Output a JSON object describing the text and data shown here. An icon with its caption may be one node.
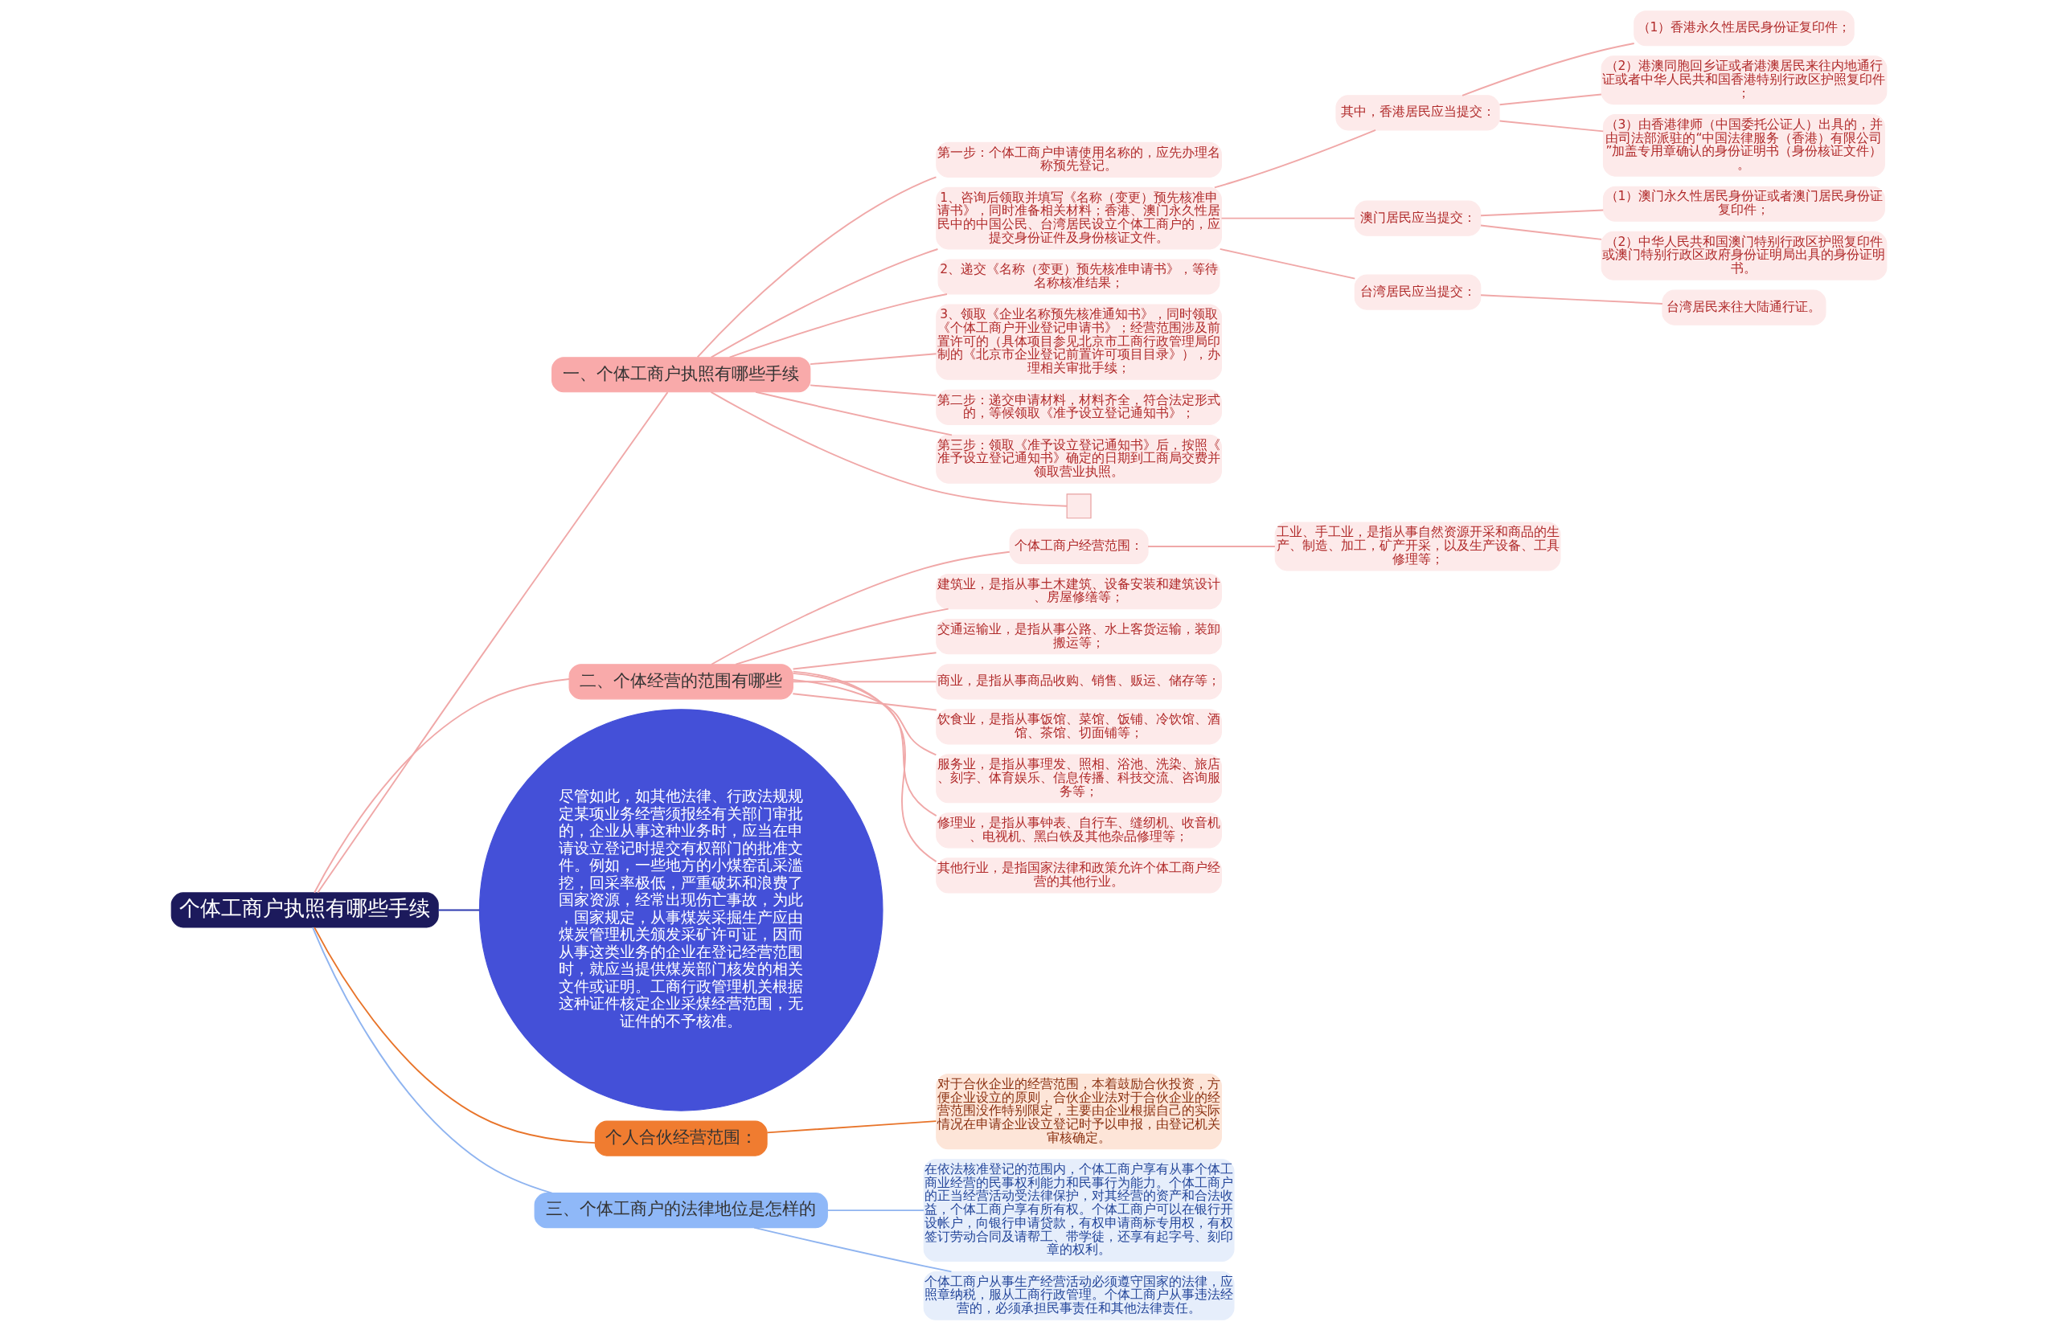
{
  "diagram": {
    "nodes": [
      {
        "text": [
          "个体工商户执照有哪些手续"
        ]
      },
      {
        "text": [
          "一、个体工商户执照有哪些手续"
        ]
      },
      {
        "text": [
          "第一步：个体工商户申请使用名称的，应先办理名称预先登记。"
        ]
      },
      {
        "text": [
          "1、咨询后领取并填写《名称（变更）预先核准申请书》，同时准备相关材料；香港、澳门永久性居民中的中国公民、台湾居民设立个体工商户的，应提交身份证件及身份核证文件。"
        ]
      },
      {
        "text": [
          "其中，香港居民应当提交："
        ]
      },
      {
        "text": [
          "（1）香港永久性居民身份证复印件；"
        ]
      },
      {
        "text": [
          "（2）港澳同胞回乡证或者港澳居民来往内地通行证或者中华人民共和国香港特别行政区护照复印件；"
        ]
      },
      {
        "text": [
          "（3）由香港律师（中国委托公证人）出具的，并由司法部派驻的“中国法律服务（香港）有限公司”加盖专用章确认的身份证明书（身份核证文件）。"
        ]
      },
      {
        "text": [
          "澳门居民应当提交："
        ]
      },
      {
        "text": [
          "（1）澳门永久性居民身份证或者澳门居民身份证复印件；"
        ]
      },
      {
        "text": [
          "（2）中华人民共和国澳门特别行政区护照复印件或澳门特别行政区政府身份证明局出具的身份证明书。"
        ]
      },
      {
        "text": [
          "台湾居民应当提交："
        ]
      },
      {
        "text": [
          "台湾居民来往大陆通行证。"
        ]
      },
      {
        "text": [
          "2、递交《名称（变更）预先核准申请书》，等待名称核准结果；"
        ]
      },
      {
        "text": [
          "3、领取《企业名称预先核准通知书》，同时领取《个体工商户开业登记申请书》；经营范围涉及前置许可的（具体项目参见北京市工商行政管理局印制的《北京市企业登记前置许可项目目录》），办理相关审批手续；"
        ]
      },
      {
        "text": [
          "第二步：递交申请材料，材料齐全，符合法定形式的，等候领取《准予设立登记通知书》；"
        ]
      },
      {
        "text": [
          "第三步：领取《准予设立登记通知书》后，按照《准予设立登记通知书》确定的日期到工商局交费并领取营业执照。"
        ]
      },
      {
        "text": [],
        "shape": "box"
      },
      {
        "text": [
          "二、个体经营的范围有哪些"
        ]
      },
      {
        "text": [
          "个体工商户经营范围："
        ]
      },
      {
        "text": [
          "工业、手工业，是指从事自然资源开采和商品的生产、制造、加工，矿产开采，以及生产设备、工具修理等；"
        ]
      },
      {
        "text": [
          "建筑业，是指从事土木建筑、设备安装和建筑设计、房屋修缮等；"
        ]
      },
      {
        "text": [
          "交通运输业，是指从事公路、水上客货运输，装卸搬运等；"
        ]
      },
      {
        "text": [
          "商业，是指从事商品收购、销售、贩运、储存等；"
        ]
      },
      {
        "text": [
          "饮食业，是指从事饭馆、菜馆、饭铺、冷饮馆、酒馆、茶馆、切面铺等；"
        ]
      },
      {
        "text": [
          "服务业，是指从事理发、照相、浴池、洗染、旅店、刻字、体育娱乐、信息传播、科技交流、咨询服务等；"
        ]
      },
      {
        "text": [
          "修理业，是指从事钟表、自行车、缝纫机、收音机、电视机、黑白铁及其他杂品修理等；"
        ]
      },
      {
        "text": [
          "其他行业，是指国家法律和政策允许个体工商户经营的其他行业。"
        ]
      },
      {
        "text": [
          "尽管如此，如其他法律、行政法规规定某项业务经营须报经有关部门审批的，企业从事这种业务时，应当在申请设立登记时提交有权部门的批准文件。例如，一些地方的小煤窑乱采滥挖，回采率极低，严重破坏和浪费了国家资源，经常出现伤亡事故，为此，国家规定，从事煤炭采掘生产应由煤炭管理机关颁发采矿许可证，因而从事这类业务的企业在登记经营范围时，就应当提供煤炭部门核发的相关文件或证明。工商行政管理机关根据这种证件核定企业采煤经营范围，无证件的不予核准。"
        ]
      },
      {
        "text": [
          "个人合伙经营范围："
        ]
      },
      {
        "text": [
          "对于合伙企业的经营范围，本着鼓励合伙投资，方便企业设立的原则，合伙企业法对于合伙企业的经营范围没作特别限定，主要由企业根据自己的实际情况在申请企业设立登记时予以申报，由登记机关审核确定。"
        ]
      },
      {
        "text": [
          "三、个体工商户的法律地位是怎样的"
        ]
      },
      {
        "text": [
          "在依法核准登记的范围内，个体工商户享有从事个体工商业经营的民事权利能力和民事行为能力。个体工商户的正当经营活动受法律保护，对其经营的资产和合法收益，个体工商户享有所有权。个体工商户可以在银行开设帐户，向银行申请贷款，有权申请商标专用权，有权签订劳动合同及请帮工、带学徒，还享有起字号、刻印章的权利。"
        ]
      },
      {
        "text": [
          "个体工商户从事生产经营活动必须遵守国家的法律，应照章纳税，服从工商行政管理。个体工商户从事违法经营的，必须承担民事责任和其他法律责任。"
        ]
      }
    ],
    "edges": [
      {
        "from": 0,
        "to": 1,
        "arrow": "none"
      },
      {
        "from": 1,
        "to": 2,
        "arrow": "none"
      },
      {
        "from": 1,
        "to": 3,
        "arrow": "none"
      },
      {
        "from": 3,
        "to": 4,
        "arrow": "none"
      },
      {
        "from": 4,
        "to": 5,
        "arrow": "none"
      },
      {
        "from": 4,
        "to": 6,
        "arrow": "none"
      },
      {
        "from": 4,
        "to": 7,
        "arrow": "none"
      },
      {
        "from": 3,
        "to": 8,
        "arrow": "none"
      },
      {
        "from": 8,
        "to": 9,
        "arrow": "none"
      },
      {
        "from": 8,
        "to": 10,
        "arrow": "none"
      },
      {
        "from": 3,
        "to": 11,
        "arrow": "none"
      },
      {
        "from": 11,
        "to": 12,
        "arrow": "none"
      },
      {
        "from": 1,
        "to": 13,
        "arrow": "none"
      },
      {
        "from": 1,
        "to": 14,
        "arrow": "none"
      },
      {
        "from": 1,
        "to": 15,
        "arrow": "none"
      },
      {
        "from": 1,
        "to": 16,
        "arrow": "none"
      },
      {
        "from": 1,
        "to": 17,
        "arrow": "none"
      },
      {
        "from": 0,
        "to": 18,
        "arrow": "none"
      },
      {
        "from": 18,
        "to": 19,
        "arrow": "none"
      },
      {
        "from": 19,
        "to": 20,
        "arrow": "none"
      },
      {
        "from": 18,
        "to": 21,
        "arrow": "none"
      },
      {
        "from": 18,
        "to": 22,
        "arrow": "none"
      },
      {
        "from": 18,
        "to": 23,
        "arrow": "none"
      },
      {
        "from": 18,
        "to": 24,
        "arrow": "none"
      },
      {
        "from": 18,
        "to": 25,
        "arrow": "none"
      },
      {
        "from": 18,
        "to": 26,
        "arrow": "none"
      },
      {
        "from": 18,
        "to": 27,
        "arrow": "none"
      },
      {
        "from": 0,
        "to": 28,
        "arrow": "none",
        "color": "#2f3bb0"
      },
      {
        "from": 0,
        "to": 29,
        "arrow": "none",
        "color": "#e8742a"
      },
      {
        "from": 29,
        "to": 30,
        "arrow": "none",
        "color": "#e8742a"
      },
      {
        "from": 0,
        "to": 31,
        "arrow": "none",
        "color": "#8fb4f0"
      },
      {
        "from": 31,
        "to": 32,
        "arrow": "none",
        "color": "#8fb4f0"
      },
      {
        "from": 31,
        "to": 33,
        "arrow": "none",
        "color": "#8fb4f0"
      }
    ]
  }
}
